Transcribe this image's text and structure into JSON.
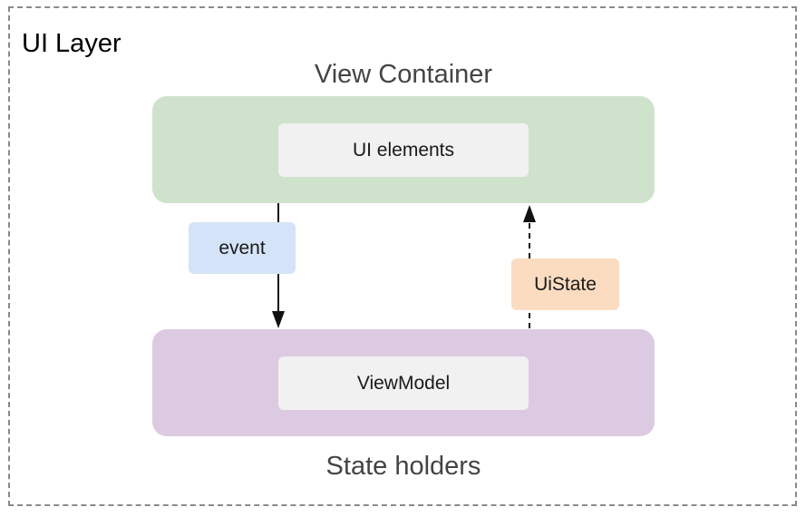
{
  "ui_layer": {
    "title": "UI Layer"
  },
  "view_container": {
    "caption": "View Container",
    "element_label": "UI elements"
  },
  "state_holders": {
    "caption": "State holders",
    "element_label": "ViewModel"
  },
  "flows": {
    "event_label": "event",
    "uistate_label": "UiState"
  },
  "colors": {
    "view_container_bg": "#cfe3cc",
    "state_holders_bg": "#dccae2",
    "inner_box_bg": "#f1f1f1",
    "event_tag_bg": "#d4e3f8",
    "uistate_tag_bg": "#fbdcc0",
    "frame_border": "#8a8a8a"
  }
}
